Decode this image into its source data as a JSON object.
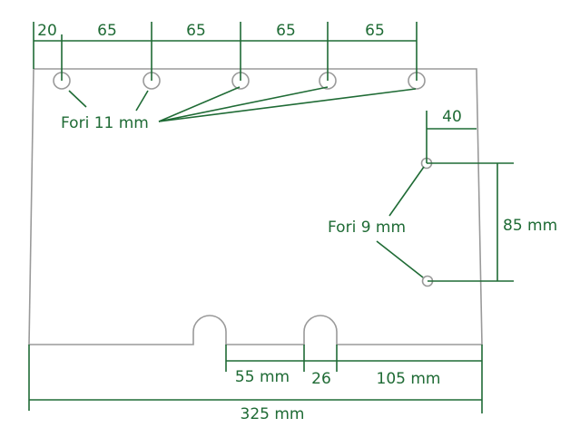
{
  "top_dims": {
    "d1": "20",
    "d2": "65",
    "d3": "65",
    "d4": "65",
    "d5": "65"
  },
  "label_holes_11": "Fori 11 mm",
  "right_dims": {
    "offset": "40",
    "spacing": "85 mm"
  },
  "label_holes_9": "Fori 9 mm",
  "bottom_dims": {
    "slot_gap": "55 mm",
    "slot_width": "26",
    "right_margin": "105 mm",
    "total_width": "325 mm"
  }
}
